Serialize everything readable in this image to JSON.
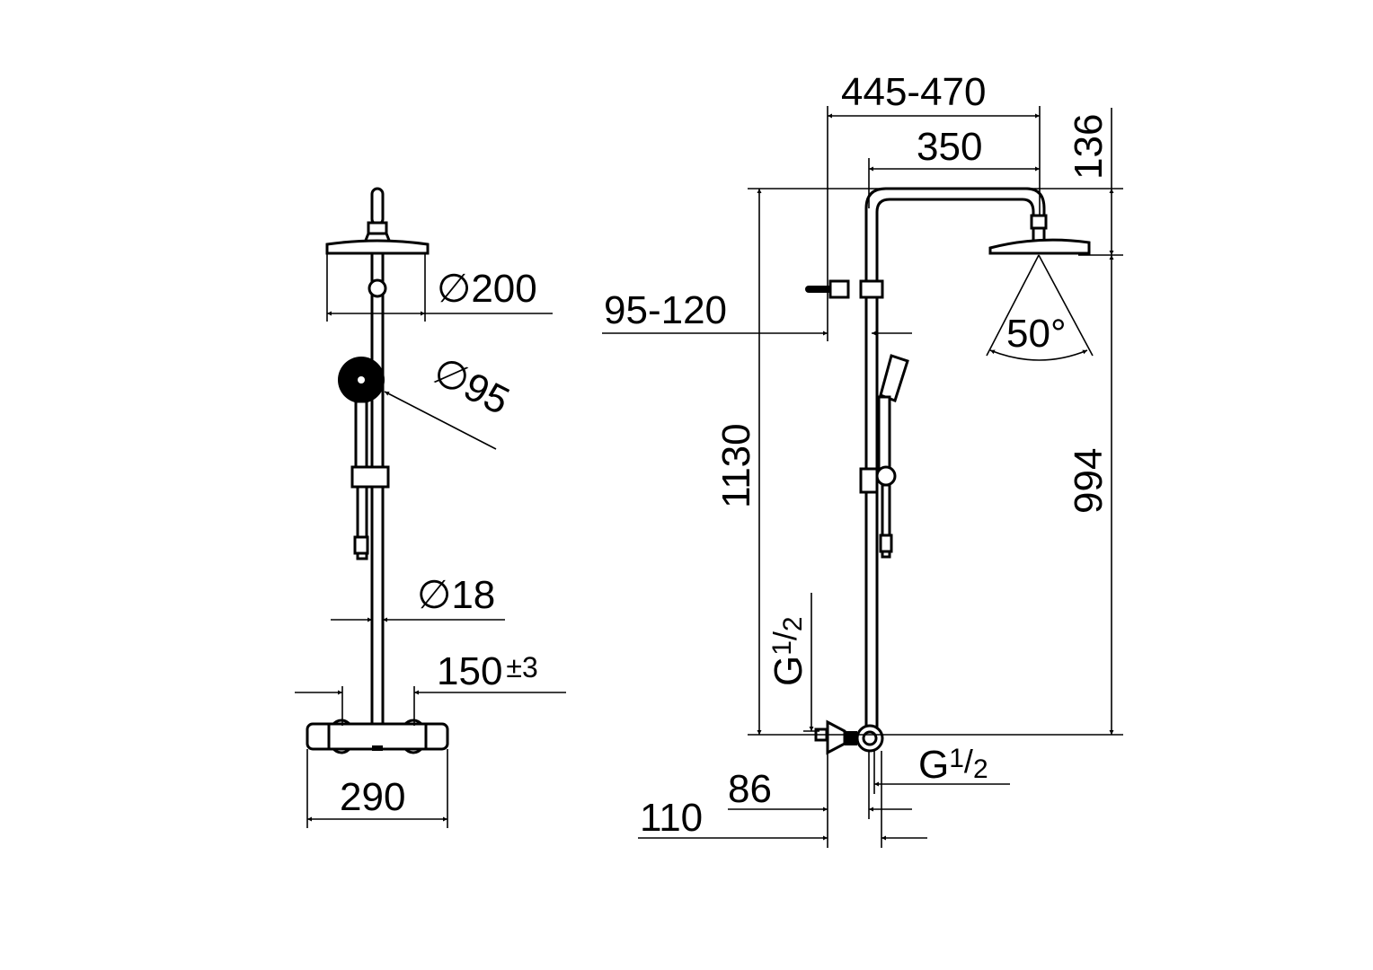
{
  "drawing": {
    "type": "technical dimension drawing",
    "subject": "thermostatic shower system with overhead rain shower",
    "line_color": "#000000",
    "background": "#ffffff"
  },
  "front_view": {
    "dimensions": {
      "head_diameter": "200",
      "hand_shower_diameter": "95",
      "pipe_diameter": "18",
      "inlet_spacing_value": "150",
      "inlet_spacing_tolerance": "±3",
      "mixer_width": "290"
    }
  },
  "side_view": {
    "dimensions": {
      "arm_reach": "445-470",
      "arm_length": "350",
      "head_drop": "136",
      "wall_bracket_offset": "95-120",
      "total_height": "1130",
      "head_height": "994",
      "spray_angle": "50°",
      "top_inlet_thread_prefix": "G",
      "top_inlet_thread_num": "1",
      "top_inlet_thread_den": "2",
      "side_inlet_thread_prefix": "G",
      "side_inlet_thread_num": "1",
      "side_inlet_thread_den": "2",
      "wall_offset_min": "86",
      "wall_offset_max": "110"
    }
  }
}
